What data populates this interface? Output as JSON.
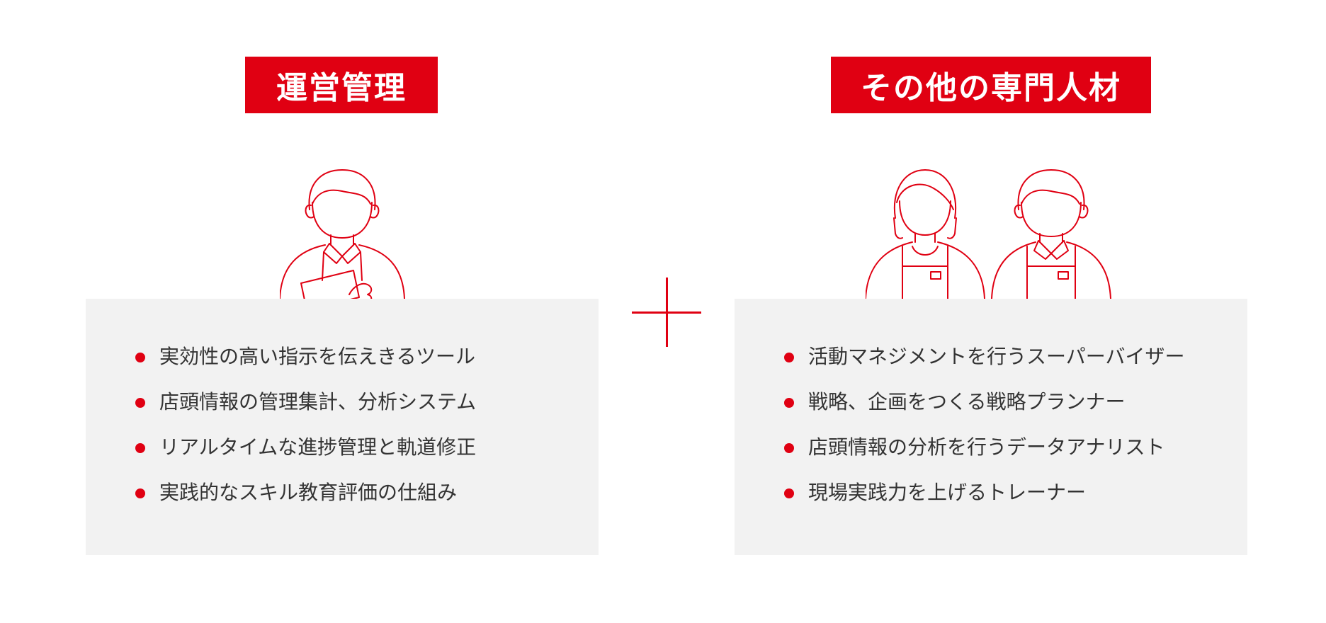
{
  "colors": {
    "accent": "#e00012",
    "panel_bg": "#f2f2f2",
    "text": "#333333"
  },
  "left": {
    "title": "運営管理",
    "icon": "manager-person-icon",
    "items": [
      "実効性の高い指示を伝えきるツール",
      "店頭情報の管理集計、分析システム",
      "リアルタイムな進捗管理と軌道修正",
      "実践的なスキル教育評価の仕組み"
    ]
  },
  "right": {
    "title": "その他の専門人材",
    "icon": "two-staff-persons-icon",
    "items": [
      "活動マネジメントを行うスーパーバイザー",
      "戦略、企画をつくる戦略プランナー",
      "店頭情報の分析を行うデータアナリスト",
      "現場実践力を上げるトレーナー"
    ]
  },
  "connector_icon": "plus-icon"
}
